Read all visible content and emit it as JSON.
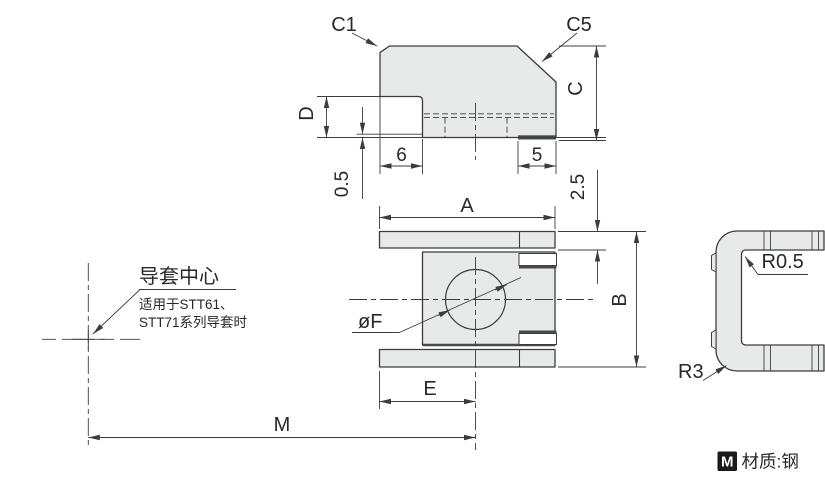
{
  "views": {
    "top": {
      "labels": {
        "c1": "C1",
        "c5": "C5",
        "c": "C",
        "d": "D",
        "six": "6",
        "five": "5",
        "half": "0.5"
      }
    },
    "front": {
      "labels": {
        "a": "A",
        "b": "B",
        "e": "E",
        "m": "M",
        "dia": "øF",
        "two_five": "2.5"
      }
    },
    "side": {
      "labels": {
        "r_inner": "R0.5",
        "r_outer": "R3"
      }
    },
    "note": {
      "title": "导套中心",
      "line1": "适用于STT61、",
      "line2": "STT71系列导套时"
    },
    "material": {
      "badge": "M",
      "label": "材质:钢"
    }
  },
  "colors": {
    "part_fill": "#e8eaea",
    "line": "#3a3d40",
    "dark_bar": "#47494b",
    "text": "#26282a",
    "badge_bg": "#1b1b1b",
    "badge_fg": "#ffffff"
  }
}
